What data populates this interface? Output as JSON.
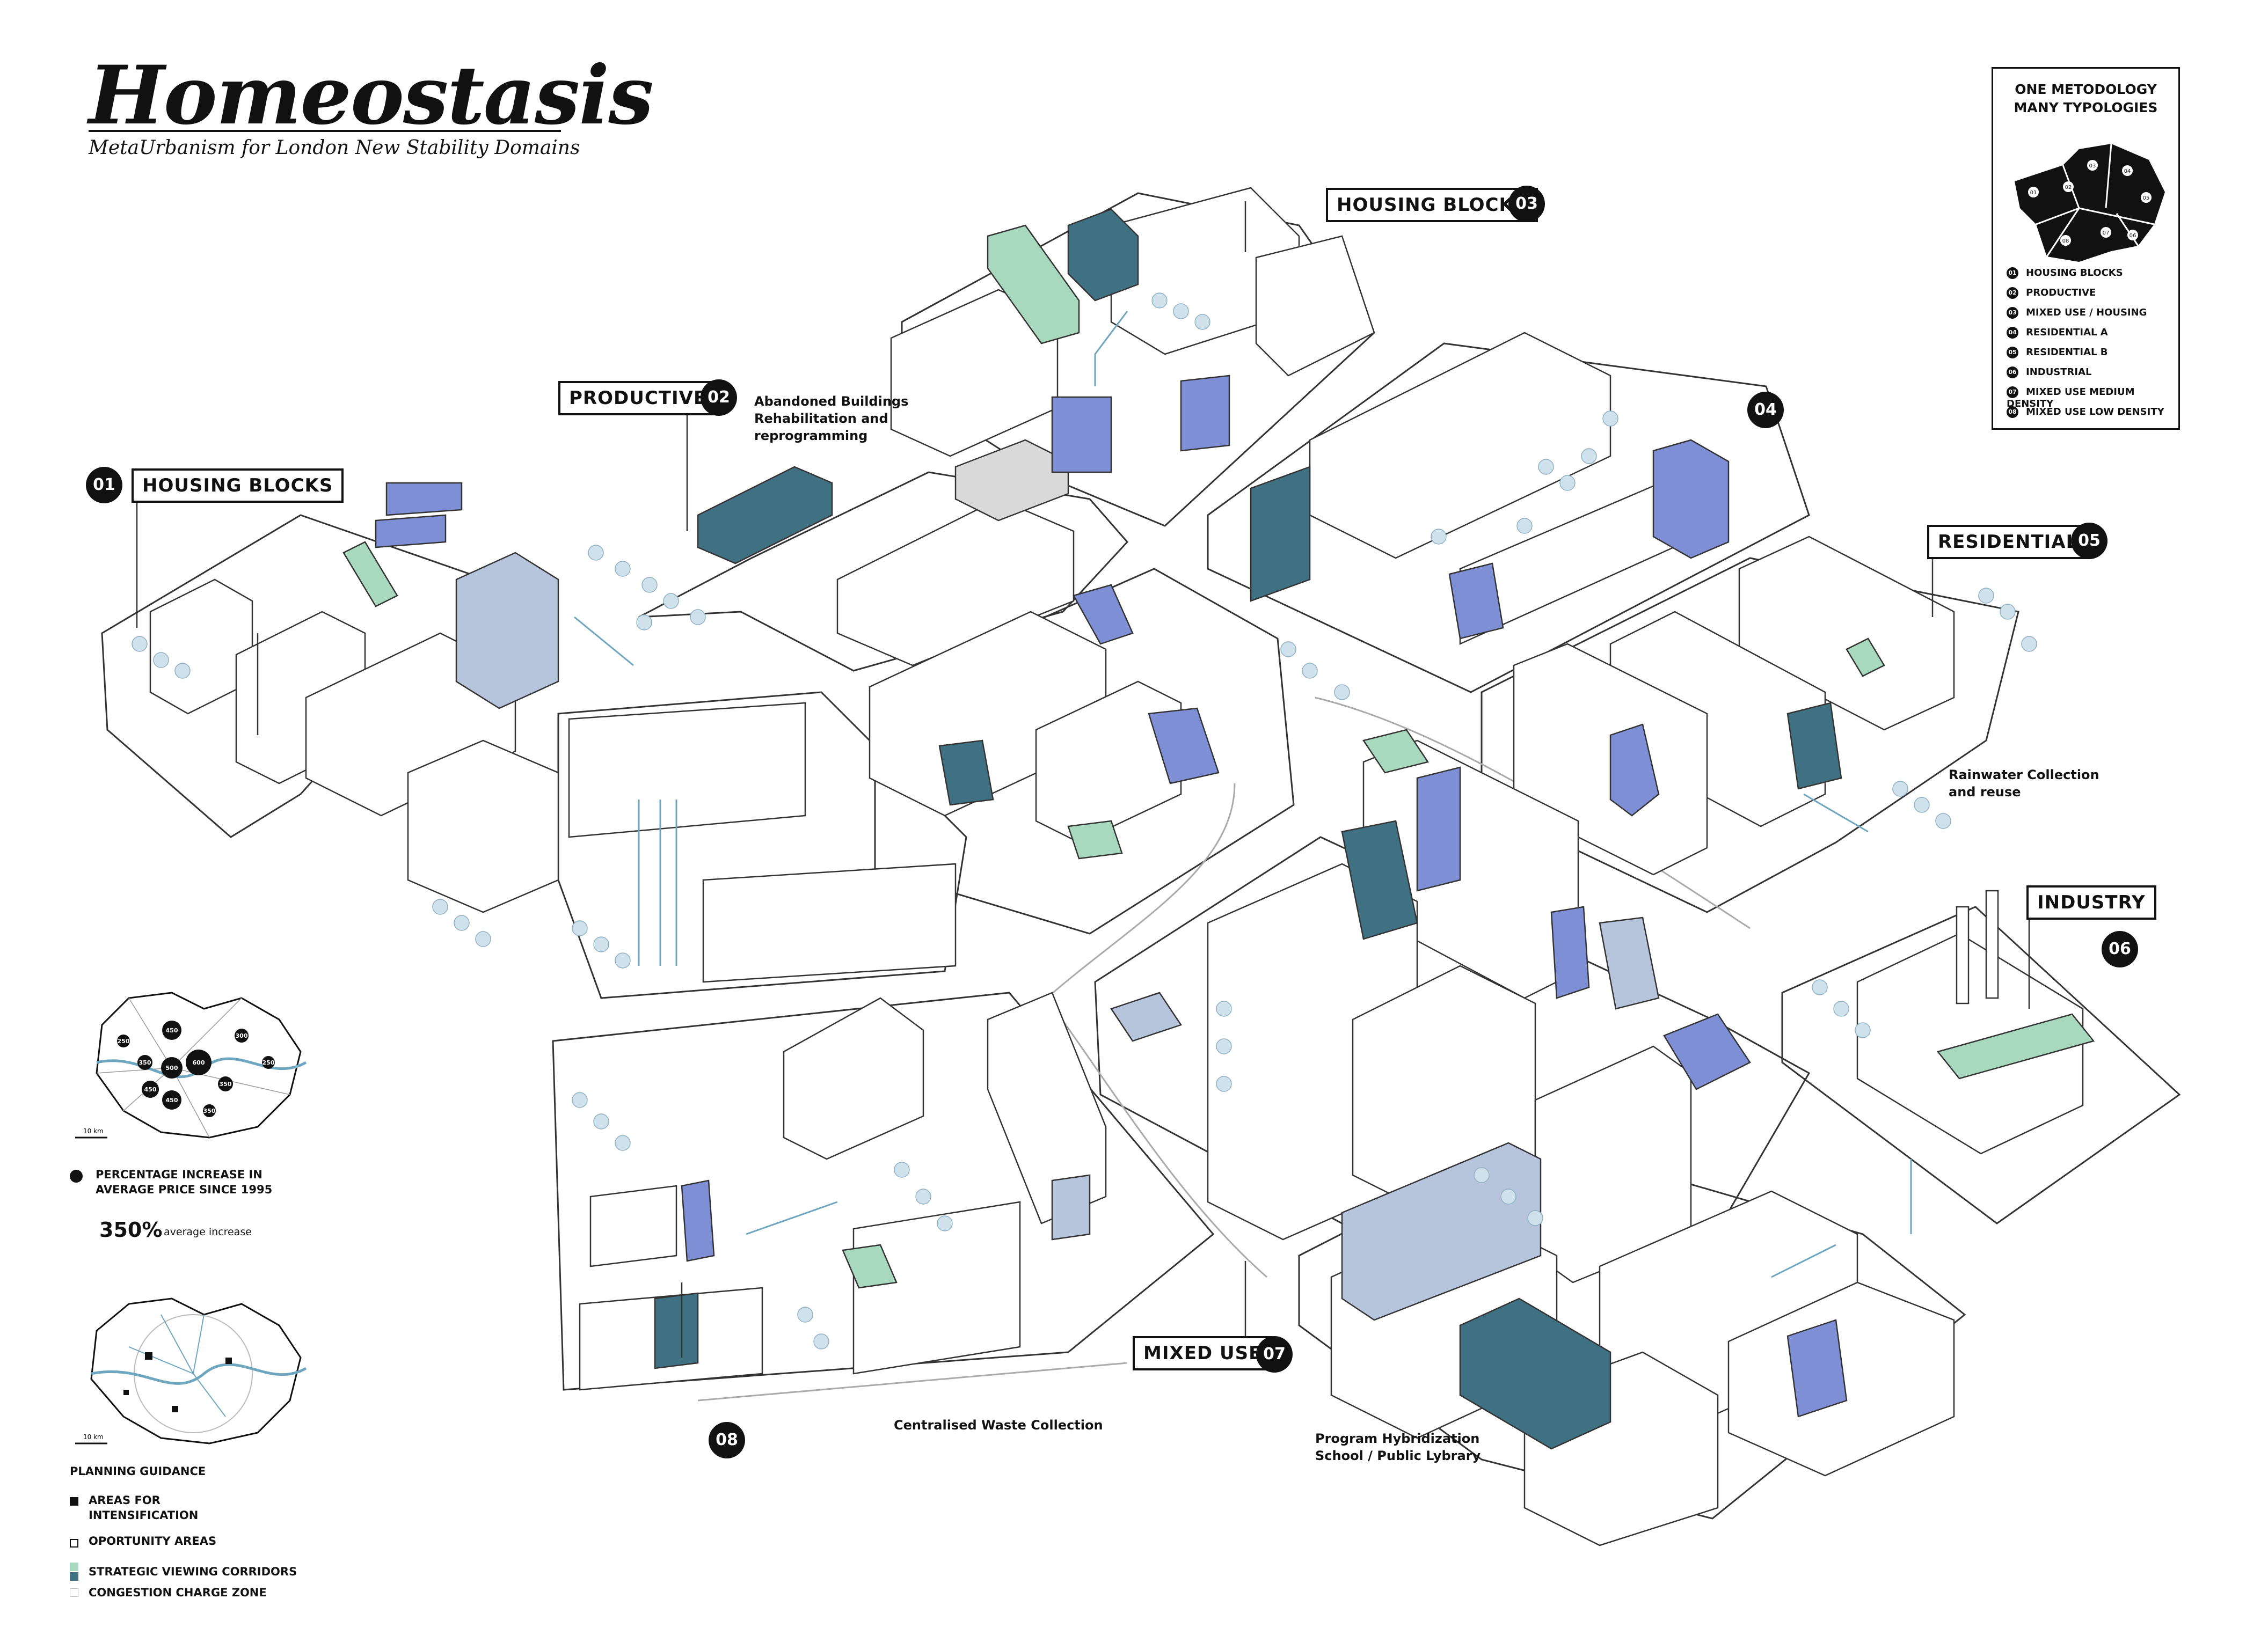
{
  "header": {
    "title": "Homeostasis",
    "subtitle": "MetaUrbanism for London New Stability Domains"
  },
  "labels": {
    "l01": {
      "text": "HOUSING BLOCKS",
      "num": "01"
    },
    "l02": {
      "text": "PRODUCTIVE",
      "num": "02"
    },
    "l03": {
      "text": "HOUSING BLOCKS",
      "num": "03"
    },
    "l04": {
      "num": "04"
    },
    "l05": {
      "text": "RESIDENTIAL",
      "num": "05"
    },
    "l06": {
      "text": "INDUSTRY",
      "num": "06"
    },
    "l07": {
      "text": "MIXED USE",
      "num": "07"
    },
    "l08": {
      "num": "08"
    }
  },
  "notes": {
    "abandoned": [
      "Abandoned Buildings",
      "Rehabilitation and",
      "reprogramming"
    ],
    "rainwater": [
      "Rainwater Collection",
      "and reuse"
    ],
    "waste": "Centralised Waste Collection",
    "program": [
      "Program Hybridization",
      "School / Public Lybrary"
    ]
  },
  "typology_legend": {
    "heading": [
      "ONE METODOLOGY",
      "MANY TYPOLOGIES"
    ],
    "map_nums": [
      "01",
      "02",
      "03",
      "04",
      "05",
      "06",
      "07",
      "08"
    ],
    "items": [
      {
        "num": "01",
        "label": "HOUSING BLOCKS"
      },
      {
        "num": "02",
        "label": "PRODUCTIVE"
      },
      {
        "num": "03",
        "label": "MIXED USE / HOUSING"
      },
      {
        "num": "04",
        "label": "RESIDENTIAL A"
      },
      {
        "num": "05",
        "label": "RESIDENTIAL B"
      },
      {
        "num": "06",
        "label": "INDUSTRIAL"
      },
      {
        "num": "07",
        "label": "MIXED USE MEDIUM DENSITY"
      },
      {
        "num": "08",
        "label": "MIXED USE LOW DENSITY"
      }
    ]
  },
  "left_panel": {
    "price_map": {
      "values": [
        "450",
        "500",
        "600",
        "350",
        "450",
        "450",
        "350",
        "300",
        "250",
        "250",
        "350"
      ],
      "scale": "10 km"
    },
    "price_legend": [
      "PERCENTAGE INCREASE IN",
      "AVERAGE PRICE SINCE 1995"
    ],
    "avg_value": "350%",
    "avg_label": "average increase",
    "planning_map": {
      "scale": "10 km"
    },
    "planning_title": "PLANNING GUIDANCE",
    "planning_items": [
      {
        "lines": [
          "AREAS FOR",
          "INTENSIFICATION"
        ]
      },
      {
        "lines": [
          "OPORTUNITY AREAS"
        ]
      },
      {
        "lines": [
          "STRATEGIC VIEWING CORRIDORS"
        ]
      },
      {
        "lines": [
          "CONGESTION CHARGE ZONE"
        ]
      }
    ]
  },
  "colors": {
    "blue": "#7f8fd6",
    "teal": "#3f7182",
    "green": "#a8d9be",
    "lightblue": "#b6c4dc",
    "tree": "#cfe2ec",
    "water": "#6fa6bf"
  }
}
